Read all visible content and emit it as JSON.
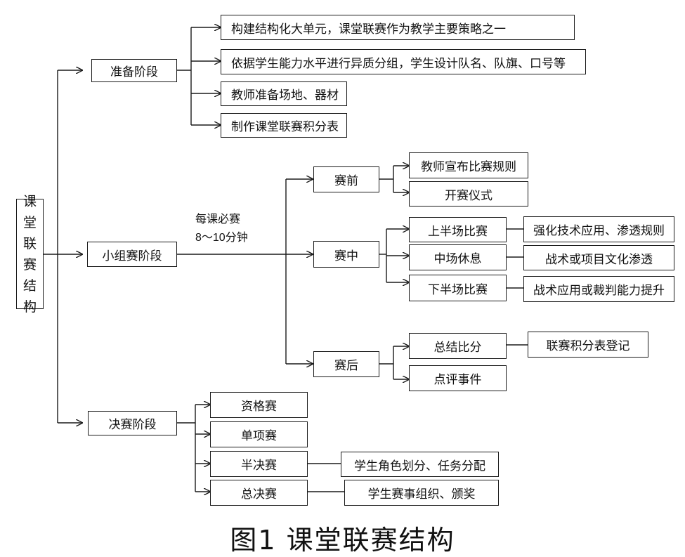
{
  "root": {
    "label": "课堂联赛结构"
  },
  "stages": {
    "prep": {
      "label": "准备阶段",
      "items": [
        "构建结构化大单元，课堂联赛作为教学主要策略之一",
        "依据学生能力水平进行异质分组，学生设计队名、队旗、口号等",
        "教师准备场地、器材",
        "制作课堂联赛积分表"
      ]
    },
    "group": {
      "label": "小组赛阶段",
      "note_line1": "每课必赛",
      "note_line2": "8～10分钟",
      "before": {
        "label": "赛前",
        "items": [
          "教师宣布比赛规则",
          "开赛仪式"
        ]
      },
      "during": {
        "label": "赛中",
        "items": [
          {
            "label": "上半场比赛",
            "detail": "强化技术应用、渗透规则"
          },
          {
            "label": "中场休息",
            "detail": "战术或项目文化渗透"
          },
          {
            "label": "下半场比赛",
            "detail": "战术应用或裁判能力提升"
          }
        ]
      },
      "after": {
        "label": "赛后",
        "items": [
          {
            "label": "总结比分",
            "detail": "联赛积分表登记"
          },
          {
            "label": "点评事件"
          }
        ]
      }
    },
    "final": {
      "label": "决赛阶段",
      "items": [
        {
          "label": "资格赛"
        },
        {
          "label": "单项赛"
        },
        {
          "label": "半决赛",
          "detail": "学生角色划分、任务分配"
        },
        {
          "label": "总决赛",
          "detail": "学生赛事组织、颁奖"
        }
      ]
    }
  },
  "caption": "图1  课堂联赛结构"
}
